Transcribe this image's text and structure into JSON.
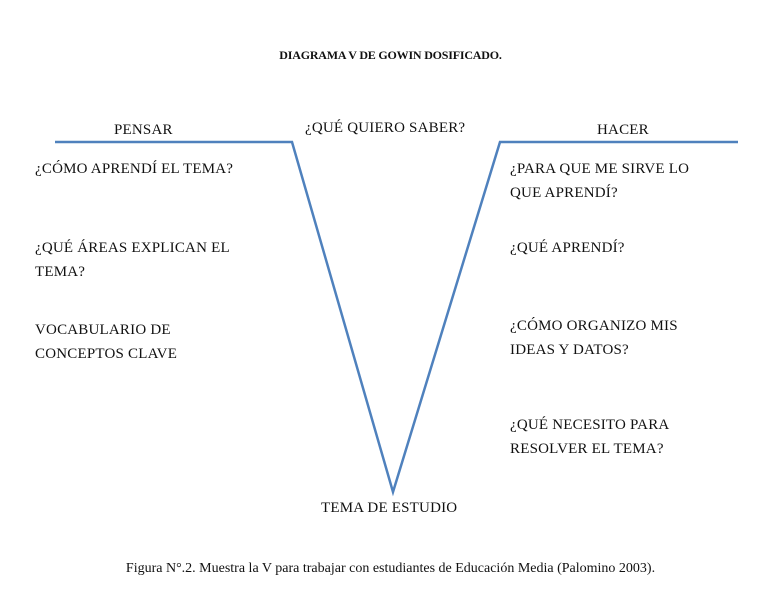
{
  "title": "DIAGRAMA V DE GOWIN DOSIFICADO.",
  "line_color": "#4f81bd",
  "headers": {
    "left": "PENSAR",
    "center": "¿QUÉ QUIERO SABER?",
    "right": "HACER"
  },
  "left_items": [
    [
      "¿CÓMO APRENDÍ EL TEMA?"
    ],
    [
      "¿QUÉ ÁREAS EXPLICAN EL",
      "TEMA?"
    ],
    [
      "VOCABULARIO DE",
      "CONCEPTOS CLAVE"
    ]
  ],
  "right_items": [
    [
      "¿PARA QUE ME SIRVE LO",
      "QUE APRENDÍ?"
    ],
    [
      "¿QUÉ APRENDÍ?"
    ],
    [
      "¿CÓMO ORGANIZO MIS",
      "IDEAS Y DATOS?"
    ],
    [
      "¿QUÉ NECESITO PARA",
      "RESOLVER EL TEMA?"
    ]
  ],
  "bottom": "TEMA DE ESTUDIO",
  "caption": "Figura N°.2. Muestra la V para trabajar con estudiantes de Educación Media (Palomino 2003)."
}
